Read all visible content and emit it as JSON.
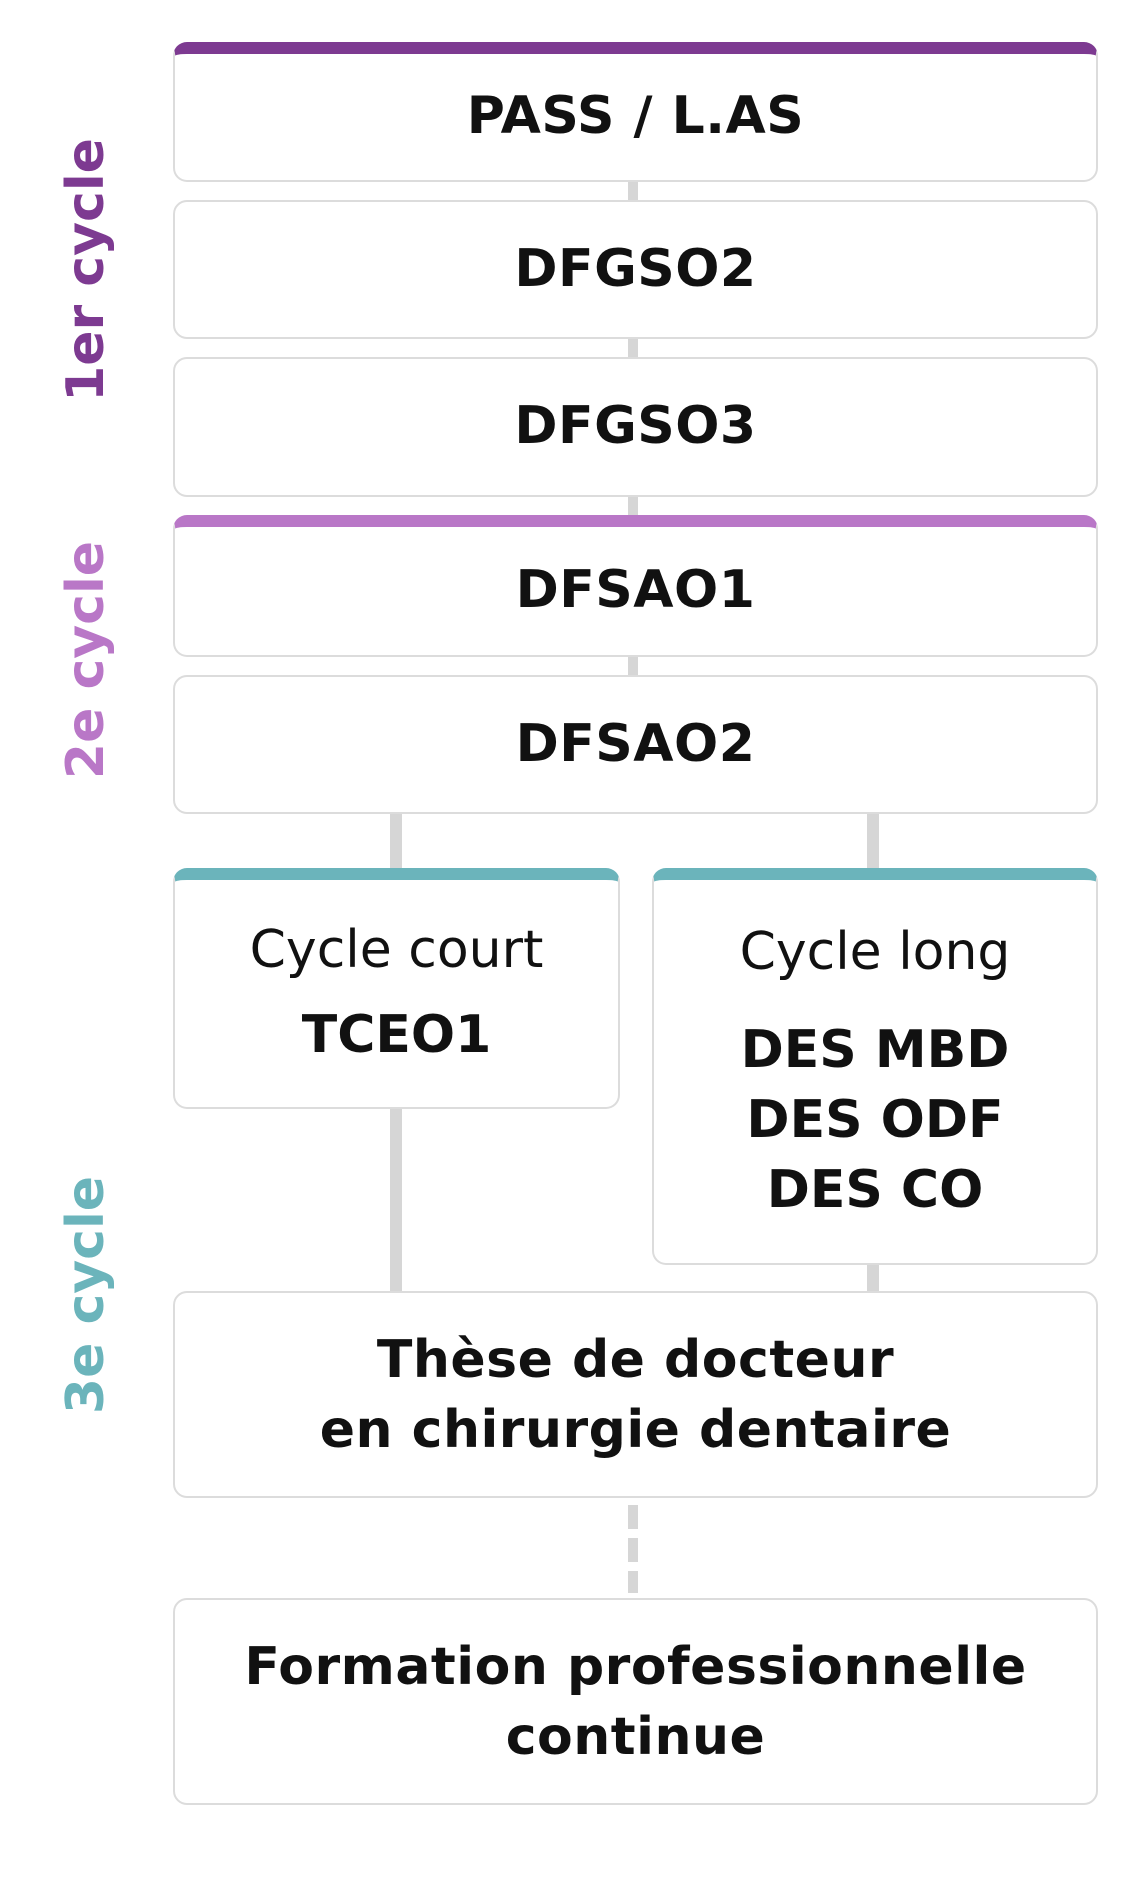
{
  "colors": {
    "cycle1": "#7d3a91",
    "cycle2": "#b977c7",
    "cycle3": "#6bb4bb",
    "connector": "#d6d6d6",
    "border": "#dcdcdc",
    "text": "#111111"
  },
  "cycles": {
    "first": "1er cycle",
    "second": "2e cycle",
    "third": "3e cycle"
  },
  "steps": {
    "pass_las": "PASS / L.AS",
    "dfgso2": "DFGSO2",
    "dfgso3": "DFGSO3",
    "dfsao1": "DFSAO1",
    "dfsao2": "DFSAO2"
  },
  "branches": {
    "short": {
      "title": "Cycle court",
      "items": [
        "TCEO1"
      ]
    },
    "long": {
      "title": "Cycle long",
      "items": [
        "DES MBD",
        "DES ODF",
        "DES CO"
      ]
    }
  },
  "thesis": {
    "line1": "Thèse de docteur",
    "line2": "en chirurgie dentaire"
  },
  "continuing": {
    "line1": "Formation professionnelle",
    "line2": "continue"
  }
}
